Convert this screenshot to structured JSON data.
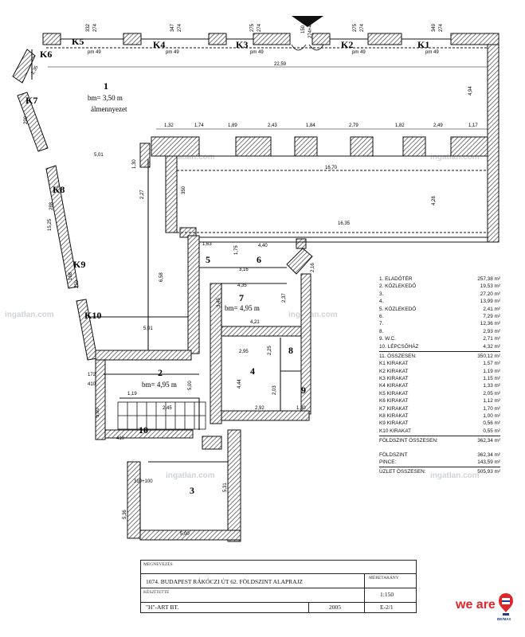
{
  "rooms": [
    {
      "id": "r1",
      "number": "1",
      "note1": "bm= 3,50 m",
      "note2": "álmennyezet"
    },
    {
      "id": "r2",
      "number": "2",
      "note1": "bm= 4,95 m"
    },
    {
      "id": "r3",
      "number": "3"
    },
    {
      "id": "r4",
      "number": "4"
    },
    {
      "id": "r5",
      "number": "5"
    },
    {
      "id": "r6",
      "number": "6"
    },
    {
      "id": "r7",
      "number": "7",
      "note1": "bm= 4,95 m"
    },
    {
      "id": "r8",
      "number": "8"
    },
    {
      "id": "r9",
      "number": "9"
    },
    {
      "id": "r10",
      "number": "10"
    }
  ],
  "windows": [
    "K1",
    "K2",
    "K3",
    "K4",
    "K5",
    "K6",
    "K7",
    "K8",
    "K9",
    "K10"
  ],
  "dims": {
    "top_small": [
      "332",
      "274",
      "347",
      "274",
      "275",
      "274",
      "150",
      "274+49",
      "275",
      "274",
      "349",
      "274"
    ],
    "pm49": "pm 49",
    "d22_59": "22,59",
    "d4_94": "4,94",
    "d4_28": "4,28",
    "d16_70": "16,70",
    "d16_35": "16,35",
    "row": [
      "1,32",
      "1,74",
      "1,89",
      "2,43",
      "1,84",
      "2,79",
      "1,82",
      "2,49",
      "1,17"
    ],
    "d5_01a": "5,01",
    "d5_01b": "5,01",
    "d2_27": "2,27",
    "d350": "350",
    "d6_58": "6,58",
    "d1_30": "1,30",
    "d15_25": "15,25",
    "d4_40": "4,40",
    "d1_63": "1,63",
    "d3_16": "3,16",
    "d1_75": "1,75",
    "d2_16": "2,16",
    "d4_35": "4,35",
    "d3_45": "3,45",
    "d2_37": "2,37",
    "d4_21": "4,21",
    "d2_95": "2,95",
    "d2_25": "2,25",
    "d4_44": "4,44",
    "d2_92": "2,92",
    "d2_03": "2,03",
    "d1_30b": "1,30",
    "d5_00a": "5,00",
    "d5_00b": "5,00",
    "d5_00c": "5,00",
    "d2_45": "2,45",
    "d1_19": "1,19",
    "d5_31": "5,31",
    "d5_36": "5,36",
    "d310": "310+100",
    "d172": "172",
    "d410": "410",
    "d2_35": "2,35",
    "d299": "299",
    "d288": "288",
    "d168": "168",
    "d250": "250"
  },
  "area_table": {
    "rows": [
      {
        "label": "1. ELADÓTÉR",
        "value": "257,38 m²"
      },
      {
        "label": "2. KÖZLEKEDŐ",
        "value": "19,53 m²"
      },
      {
        "label": "3.",
        "value": "27,20 m²"
      },
      {
        "label": "4.",
        "value": "13,99 m²"
      },
      {
        "label": "5. KÖZLEKEDŐ",
        "value": "2,41 m²"
      },
      {
        "label": "6.",
        "value": "7,29 m²"
      },
      {
        "label": "7.",
        "value": "12,36 m²"
      },
      {
        "label": "8.",
        "value": "2,93 m²"
      },
      {
        "label": "9. W.C.",
        "value": "2,71 m²"
      },
      {
        "label": "10. LÉPCSŐHÁZ",
        "value": "4,32 m²"
      }
    ],
    "subtotal": {
      "label": "11. ÖSSZESEN:",
      "value": "350,12 m²"
    },
    "kirakat": [
      {
        "label": "K1 KIRAKAT",
        "value": "1,57 m²"
      },
      {
        "label": "K2 KIRAKAT",
        "value": "1,19 m²"
      },
      {
        "label": "K3 KIRAKAT",
        "value": "1,15 m²"
      },
      {
        "label": "K4 KIRAKAT",
        "value": "1,33 m²"
      },
      {
        "label": "K5 KIRAKAT",
        "value": "2,05 m²"
      },
      {
        "label": "K6 KIRAKAT",
        "value": "1,12 m²"
      },
      {
        "label": "K7 KIRAKAT",
        "value": "1,70 m²"
      },
      {
        "label": "K8 KIRAKAT",
        "value": "1,00 m²"
      },
      {
        "label": "K9 KIRAKAT",
        "value": "0,56 m²"
      },
      {
        "label": "K10 KIRAKAT",
        "value": "0,55 m²"
      }
    ],
    "ground_total": {
      "label": "FÖLDSZINT ÖSSZESEN:",
      "value": "362,34 m²"
    },
    "foldszint": {
      "label": "FÖLDSZINT",
      "value": "362,34 m²"
    },
    "pince": {
      "label": "PINCE:",
      "value": "143,59 m²"
    },
    "uzlet": {
      "label": "ÜZLET ÖSSZESEN:",
      "value": "505,93 m²"
    }
  },
  "title_block": {
    "megnevezes_label": "MEGNEVEZÉS",
    "megnevezes": "1074. BUDAPEST RÁKÓCZI ÚT 62. FÖLDSZINT ALAPRAJZ",
    "keszitette_label": "KÉSZÍTETTE",
    "keszitette": "\"H\"-ART BT.",
    "year": "2005",
    "meretarany_label": "MÉRETARÁNY",
    "meretarany": "1:150",
    "sheet": "E-2/1"
  },
  "watermark": "ingatlan.com",
  "logo": {
    "brand": "we are",
    "badge": "RE/MAX"
  },
  "colors": {
    "wall": "#111111",
    "hatch": "#333333",
    "logo_red": "#e0262b",
    "logo_blue": "#1b3f8f"
  }
}
